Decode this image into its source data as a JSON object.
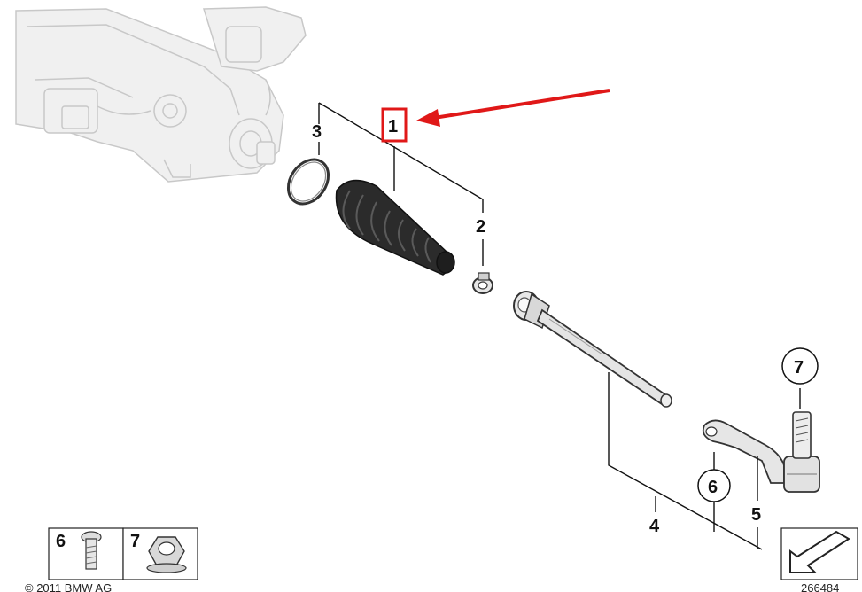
{
  "diagram": {
    "callouts": [
      {
        "id": "1",
        "text": "1"
      },
      {
        "id": "2",
        "text": "2"
      },
      {
        "id": "3",
        "text": "3"
      },
      {
        "id": "4",
        "text": "4"
      },
      {
        "id": "5",
        "text": "5"
      },
      {
        "id": "6",
        "text": "6"
      },
      {
        "id": "7",
        "text": "7"
      }
    ],
    "legend_boxes": [
      {
        "label": "6",
        "part": "bolt"
      },
      {
        "label": "7",
        "part": "hex-flange-nut"
      }
    ],
    "copyright": "© 2011 BMW AG",
    "figure_number": "266484",
    "highlight_color": "#e01818"
  }
}
